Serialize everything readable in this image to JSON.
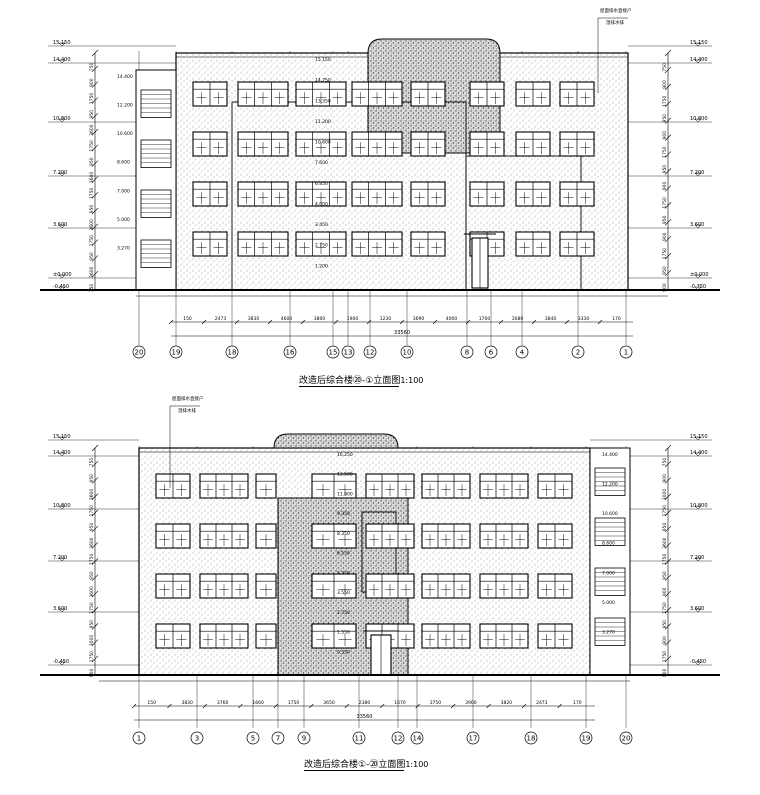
{
  "drawing1": {
    "caption": "改造后综合楼⑳-①立面图",
    "scale": "1:100",
    "left_levels": [
      "15.150",
      "14.400",
      "10.800",
      "7.200",
      "3.600",
      "±0.000",
      "-0.450"
    ],
    "right_levels": [
      "15.150",
      "14.400",
      "10.800",
      "7.200",
      "3.600",
      "±0.000",
      "-0.750"
    ],
    "inner_levels": [
      "14.400",
      "12.200",
      "10.600",
      "8.600",
      "7.000",
      "5.000",
      "3.270"
    ],
    "left_dims": [
      "750",
      "900",
      "1750",
      "950",
      "3600",
      "1750",
      "950",
      "3600",
      "1750",
      "950",
      "3600",
      "1750",
      "950",
      "3600",
      "750"
    ],
    "right_dims": [
      "750",
      "900",
      "1750",
      "950",
      "900",
      "1750",
      "950",
      "900",
      "1750",
      "950",
      "900",
      "1750",
      "950",
      "900"
    ],
    "roof_labels": [
      "15.150",
      "14.750",
      "13.350",
      "11.200",
      "10.600",
      "7.600",
      "6.850",
      "4.000",
      "3.450",
      "2.750",
      "1.200"
    ],
    "note": [
      "屋面排水直接户",
      "湿排水排"
    ],
    "bottom_dims": [
      "150",
      "2473",
      "3830",
      "4600",
      "3800",
      "1900",
      "1230",
      "3690",
      "4000",
      "1700",
      "3080",
      "3840",
      "3330",
      "170"
    ],
    "total": "33560",
    "axes": [
      "20",
      "19",
      "18",
      "16",
      "15",
      "13",
      "12",
      "10",
      "8",
      "6",
      "4",
      "2",
      "1"
    ]
  },
  "drawing2": {
    "caption": "改造后综合楼①-⑳立面图",
    "scale": "1:100",
    "left_levels": [
      "15.150",
      "14.400",
      "10.800",
      "7.200",
      "3.600",
      "-0.450"
    ],
    "right_levels": [
      "15.150",
      "14.400",
      "10.800",
      "7.200",
      "3.600",
      "-0.450"
    ],
    "inner_levels": [
      "14.400",
      "12.200",
      "10.600",
      "8.600",
      "7.000",
      "5.000",
      "3.270"
    ],
    "left_dims": [
      "750",
      "950",
      "3600",
      "1750",
      "950",
      "3600",
      "1750",
      "950",
      "3600",
      "1750",
      "950",
      "3000",
      "1750",
      "900"
    ],
    "right_dims": [
      "750",
      "900",
      "3000",
      "1750",
      "950",
      "3600",
      "1750",
      "950",
      "900",
      "1750",
      "950",
      "900",
      "1750",
      "900"
    ],
    "roof_labels": [
      "16.250",
      "13.500",
      "11.900",
      "9.350",
      "8.350",
      "6.150",
      "5.350",
      "3.550",
      "2.750",
      "1.550",
      "0.350"
    ],
    "note": [
      "屋面排水直接户",
      "湿排水排"
    ],
    "bottom_dims": [
      "150",
      "3830",
      "3760",
      "1660",
      "1750",
      "3650",
      "2380",
      "1670",
      "3750",
      "3900",
      "3820",
      "2473",
      "170"
    ],
    "total": "33560",
    "axes": [
      "1",
      "3",
      "5",
      "7",
      "9",
      "11",
      "12",
      "14",
      "17",
      "18",
      "19",
      "20"
    ]
  }
}
